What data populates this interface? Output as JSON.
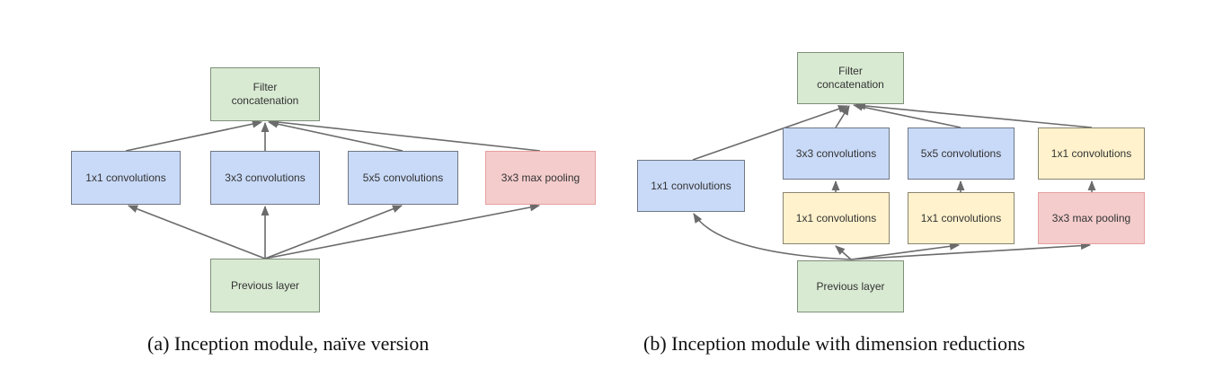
{
  "diagram_a": {
    "caption": "(a) Inception module, naïve version",
    "nodes": {
      "filter_concat": "Filter concatenation",
      "conv1x1": "1x1 convolutions",
      "conv3x3": "3x3 convolutions",
      "conv5x5": "5x5 convolutions",
      "maxpool": "3x3 max pooling",
      "previous": "Previous layer"
    }
  },
  "diagram_b": {
    "caption": "(b) Inception module with dimension reductions",
    "nodes": {
      "filter_concat": "Filter concatenation",
      "conv1x1": "1x1 convolutions",
      "conv3x3": "3x3 convolutions",
      "conv5x5": "5x5 convolutions",
      "conv1x1_pool_proj": "1x1 convolutions",
      "reduce3x3": "1x1 convolutions",
      "reduce5x5": "1x1 convolutions",
      "maxpool": "3x3 max pooling",
      "previous": "Previous layer"
    }
  },
  "colors": {
    "input_output": "#d9ead3",
    "convolution": "#c9daf8",
    "reduction": "#fff2cc",
    "pooling": "#f4cccc",
    "arrow": "#6b6b6b"
  }
}
